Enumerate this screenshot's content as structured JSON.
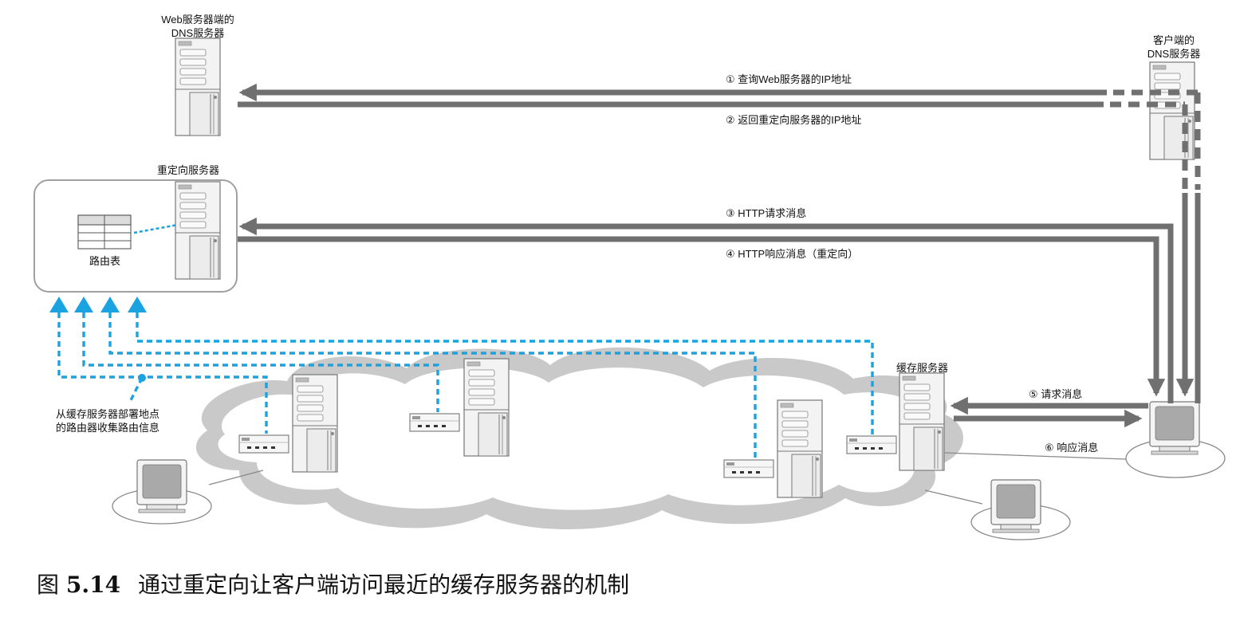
{
  "labels": {
    "web_dns_line1": "Web服务器端的",
    "web_dns_line2": "DNS服务器",
    "client_dns_line1": "客户端的",
    "client_dns_line2": "DNS服务器",
    "redirect_server": "重定向服务器",
    "routing_table": "路由表",
    "cache_server": "缓存服务器",
    "collect_line1": "从缓存服务器部署地点",
    "collect_line2": "的路由器收集路由信息"
  },
  "arrows": {
    "a1": "① 查询Web服务器的IP地址",
    "a2": "② 返回重定向服务器的IP地址",
    "a3": "③ HTTP请求消息",
    "a4": "④ HTTP响应消息（重定向）",
    "a5": "⑤ 请求消息",
    "a6": "⑥ 响应消息"
  },
  "caption": {
    "prefix": "图",
    "number": "5.14",
    "text": "通过重定向让客户端访问最近的缓存服务器的机制"
  },
  "colors": {
    "arrow_gray": "#707070",
    "dotted_blue": "#1aa3e0",
    "cloud_gray": "#c9c9c9"
  }
}
